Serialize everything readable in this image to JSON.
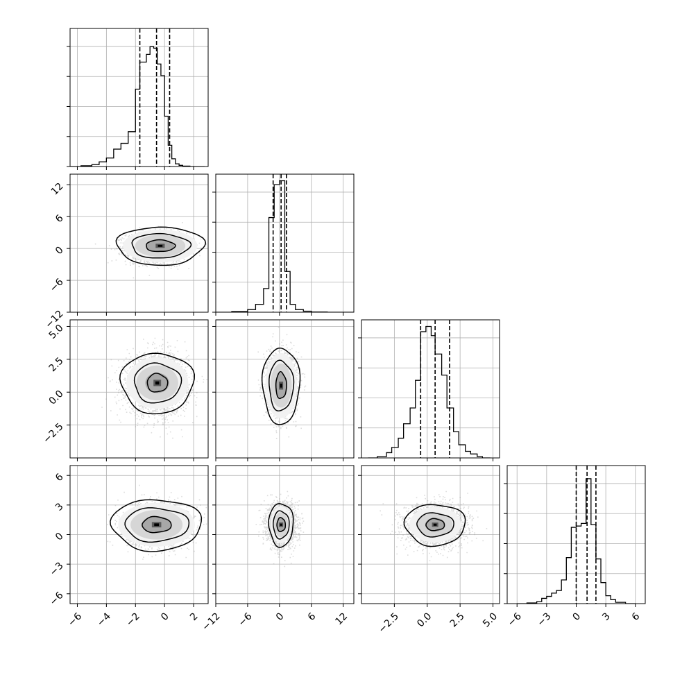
{
  "chart_data": {
    "type": "corner",
    "n_params": 4,
    "grid": true,
    "params": [
      {
        "index": 0,
        "range": [
          -6.5,
          3.0
        ],
        "xticks": [
          -6,
          -4,
          -2,
          0,
          2
        ],
        "xtick_labels": [
          "−6",
          "−4",
          "−2",
          "0",
          "2"
        ],
        "quantiles": [
          -1.7,
          -0.55,
          0.35
        ],
        "hist_y_max": 0.34,
        "hist_bin_edges": [
          -6.5,
          -5.75,
          -5.0,
          -4.5,
          -4.0,
          -3.5,
          -3.0,
          -2.5,
          -2.0,
          -1.7,
          -1.25,
          -1.0,
          -0.75,
          -0.5,
          -0.25,
          0.0,
          0.25,
          0.5,
          0.75,
          1.0,
          1.25,
          1.75,
          2.25,
          2.75
        ],
        "hist_values": [
          0.0,
          0.002,
          0.005,
          0.012,
          0.022,
          0.045,
          0.06,
          0.09,
          0.2,
          0.27,
          0.29,
          0.31,
          0.306,
          0.265,
          0.235,
          0.13,
          0.055,
          0.02,
          0.007,
          0.003,
          0.001,
          0.0,
          0.0
        ],
        "mean": -0.55,
        "std": 1.0
      },
      {
        "index": 1,
        "range": [
          -12.0,
          14.0
        ],
        "xticks": [
          -12,
          -6,
          0,
          6,
          12
        ],
        "xtick_labels": [
          "−12",
          "−6",
          "0",
          "6",
          "12"
        ],
        "yticks": [
          -12,
          -6,
          0,
          6,
          12
        ],
        "ytick_labels": [
          "−12",
          "−6",
          "0",
          "6",
          "12"
        ],
        "quantiles": [
          -1.2,
          0.3,
          1.3
        ],
        "hist_y_max": 1.0,
        "hist_bin_edges": [
          -12.0,
          -9.0,
          -6.0,
          -4.5,
          -3.0,
          -2.0,
          -1.0,
          0.0,
          1.0,
          2.0,
          3.0,
          4.5,
          6.0,
          9.0,
          14.0
        ],
        "hist_values": [
          0.0,
          0.005,
          0.02,
          0.06,
          0.18,
          0.72,
          0.97,
          1.0,
          0.31,
          0.06,
          0.02,
          0.008,
          0.002,
          0.0
        ],
        "mean": 0.3,
        "std": 1.3
      },
      {
        "index": 2,
        "range": [
          -5.0,
          5.5
        ],
        "xticks": [
          -2.5,
          0.0,
          2.5,
          5.0
        ],
        "xtick_labels": [
          "−2.5",
          "0.0",
          "2.5",
          "5.0"
        ],
        "yticks": [
          -2.5,
          0.0,
          2.5,
          5.0
        ],
        "ytick_labels": [
          "−2.5",
          "0.0",
          "2.5",
          "5.0"
        ],
        "quantiles": [
          -0.5,
          0.6,
          1.7
        ],
        "hist_y_max": 1.0,
        "hist_bin_edges": [
          -4.5,
          -3.8,
          -3.1,
          -2.7,
          -2.2,
          -1.8,
          -1.3,
          -0.9,
          -0.5,
          -0.1,
          0.3,
          0.6,
          1.1,
          1.5,
          2.0,
          2.4,
          2.9,
          3.3,
          3.8,
          4.2,
          4.8
        ],
        "hist_values": [
          0.0,
          0.01,
          0.04,
          0.08,
          0.15,
          0.26,
          0.38,
          0.59,
          0.96,
          1.0,
          0.93,
          0.79,
          0.63,
          0.38,
          0.2,
          0.1,
          0.05,
          0.03,
          0.01,
          0.0
        ],
        "mean": 0.6,
        "std": 1.1
      },
      {
        "index": 3,
        "range": [
          -7.0,
          7.0
        ],
        "xticks": [
          -6,
          -3,
          0,
          3,
          6
        ],
        "xtick_labels": [
          "−6",
          "−3",
          "0",
          "3",
          "6"
        ],
        "yticks": [
          -6,
          -3,
          0,
          3,
          6
        ],
        "ytick_labels": [
          "−6",
          "−3",
          "0",
          "3",
          "6"
        ],
        "quantiles": [
          0.0,
          1.1,
          2.0
        ],
        "hist_y_max": 1.0,
        "hist_bin_edges": [
          -6.0,
          -5.0,
          -4.0,
          -3.5,
          -3.0,
          -2.5,
          -2.0,
          -1.5,
          -1.0,
          -0.5,
          0.0,
          0.5,
          1.0,
          1.5,
          2.0,
          2.5,
          3.0,
          3.5,
          4.0,
          5.0,
          6.0
        ],
        "hist_values": [
          0.0,
          0.005,
          0.015,
          0.04,
          0.055,
          0.08,
          0.1,
          0.18,
          0.35,
          0.58,
          0.59,
          0.61,
          0.95,
          0.6,
          0.34,
          0.16,
          0.06,
          0.03,
          0.01,
          0.0
        ],
        "mean": 1.0,
        "std": 1.0
      }
    ],
    "pairs": [
      {
        "row": 1,
        "col": 0,
        "peak": [
          -0.3,
          0.5
        ],
        "sigma": [
          1.15,
          1.5
        ],
        "contours": [
          {
            "level": 1,
            "rx": 1.0,
            "ry": 1.1
          },
          {
            "level": 2,
            "rx": 2.0,
            "ry": 2.3
          },
          {
            "level": 3,
            "rx": 3.0,
            "ry": 3.6
          }
        ]
      },
      {
        "row": 2,
        "col": 0,
        "peak": [
          -0.5,
          0.7
        ],
        "sigma": [
          1.05,
          0.95
        ],
        "contours": [
          {
            "level": 1,
            "rx": 0.7,
            "ry": 0.7
          },
          {
            "level": 2,
            "rx": 1.6,
            "ry": 1.5
          },
          {
            "level": 3,
            "rx": 2.5,
            "ry": 2.3
          }
        ]
      },
      {
        "row": 2,
        "col": 1,
        "peak": [
          0.3,
          0.5
        ],
        "sigma": [
          1.3,
          1.0
        ],
        "contours": [
          {
            "level": 1,
            "rx": 1.0,
            "ry": 1.0
          },
          {
            "level": 2,
            "rx": 2.3,
            "ry": 1.9
          },
          {
            "level": 3,
            "rx": 3.5,
            "ry": 2.9
          }
        ]
      },
      {
        "row": 3,
        "col": 0,
        "peak": [
          -0.55,
          1.0
        ],
        "sigma": [
          1.05,
          1.1
        ],
        "contours": [
          {
            "level": 1,
            "rx": 1.0,
            "ry": 0.8
          },
          {
            "level": 2,
            "rx": 2.2,
            "ry": 1.7
          },
          {
            "level": 3,
            "rx": 3.1,
            "ry": 2.6
          }
        ]
      },
      {
        "row": 3,
        "col": 1,
        "peak": [
          0.3,
          1.0
        ],
        "sigma": [
          1.3,
          1.1
        ],
        "contours": [
          {
            "level": 1,
            "rx": 0.8,
            "ry": 0.7
          },
          {
            "level": 2,
            "rx": 1.5,
            "ry": 1.4
          },
          {
            "level": 3,
            "rx": 2.3,
            "ry": 2.2
          }
        ]
      },
      {
        "row": 3,
        "col": 2,
        "peak": [
          0.6,
          1.0
        ],
        "sigma": [
          1.1,
          1.1
        ],
        "contours": [
          {
            "level": 1,
            "rx": 0.7,
            "ry": 0.6
          },
          {
            "level": 2,
            "rx": 1.4,
            "ry": 1.2
          },
          {
            "level": 3,
            "rx": 2.3,
            "ry": 2.1
          }
        ]
      }
    ]
  }
}
